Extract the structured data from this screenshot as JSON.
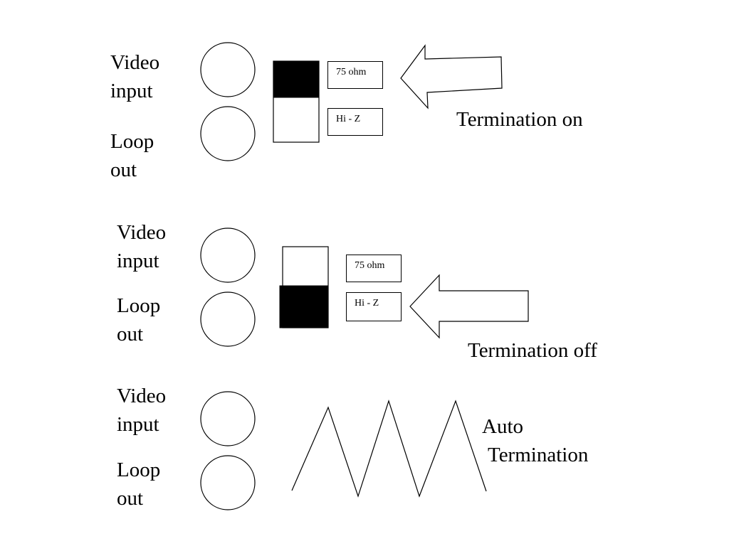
{
  "labels": {
    "video_input": [
      "Video",
      "input"
    ],
    "loop_out": [
      "Loop",
      "out"
    ]
  },
  "switch_positions": {
    "upper": "75 ohm",
    "lower": "Hi - Z"
  },
  "modes": [
    {
      "name": "Termination on",
      "switch_selected": "upper"
    },
    {
      "name": "Termination off",
      "switch_selected": "lower"
    },
    {
      "name": [
        "Auto",
        "Termination"
      ],
      "indicator": "zigzag"
    }
  ],
  "colors": {
    "line": "#000000",
    "fill_selected": "#000000",
    "background": "#ffffff"
  },
  "icons": [
    "connector-circle-icon",
    "left-arrow-icon",
    "zigzag-icon"
  ]
}
